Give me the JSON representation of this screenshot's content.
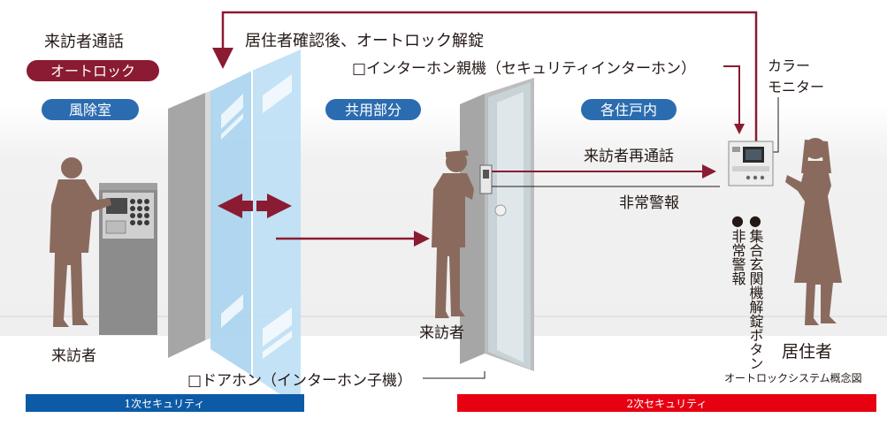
{
  "labels": {
    "visitor_call": "来訪者通話",
    "autolock_badge": "オートロック",
    "resident_confirm_unlock": "居住者確認後、オートロック解錠",
    "interphone_master": "□インターホン親機（セキュリティインターホン）",
    "color_monitor_line1": "カラー",
    "color_monitor_line2": "モニター",
    "visitor_recall": "来訪者再通話",
    "emergency_alarm": "非常警報",
    "door_phone": "□ドアホン（インターホン子機）",
    "visitor_left": "来訪者",
    "visitor_center": "来訪者",
    "resident": "居住者",
    "caption": "オートロックシステム概念図"
  },
  "zones": {
    "windbreak_room": "風除室",
    "common_area": "共用部分",
    "each_unit": "各住戸内"
  },
  "buttons_note": {
    "col1": "●集合玄関機解錠ボタン",
    "col2": "●非常警報"
  },
  "security_bars": {
    "primary": "1次セキュリティ",
    "secondary": "2次セキュリティ"
  },
  "colors": {
    "maroon": "#8a1b32",
    "zone_blue": "#2b6cb0",
    "primary_bar": "#0d5ba6",
    "secondary_bar": "#e60012",
    "glass": "#a9d3ef",
    "figure_brown": "#8b6a5e"
  }
}
